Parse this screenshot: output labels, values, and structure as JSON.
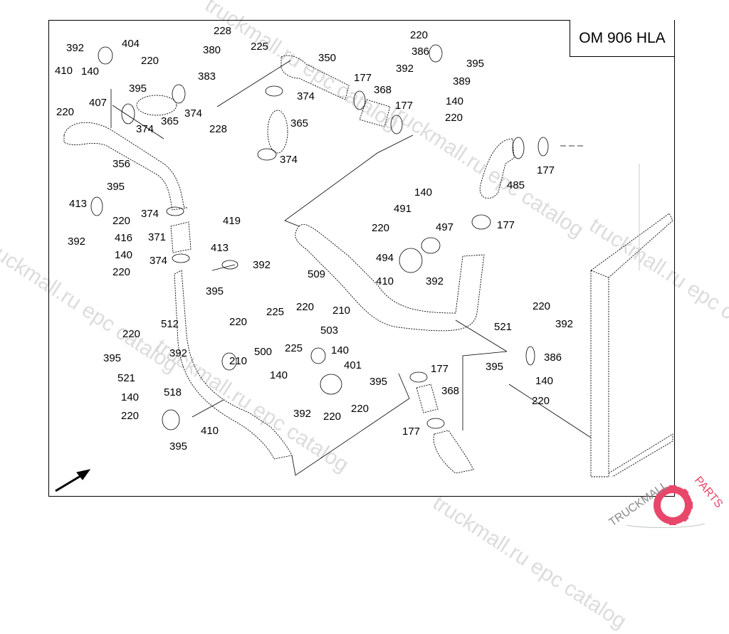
{
  "title": "OM 906 HLA",
  "watermarks": [
    "truckmall.ru epc catalog",
    "truckmall.ru epc catalog",
    "truckmall.ru epc catalog",
    "truckmall.ru epc catalog"
  ],
  "logo": {
    "text": "TRUCKMALLPARTS",
    "part1": "TRUCKMALL",
    "part2": "PARTS",
    "accent_color": "#e8476a"
  },
  "callouts": [
    {
      "id": "c1",
      "label": "392"
    },
    {
      "id": "c2",
      "label": "404"
    },
    {
      "id": "c3",
      "label": "220"
    },
    {
      "id": "c4",
      "label": "410"
    },
    {
      "id": "c5",
      "label": "140"
    },
    {
      "id": "c6",
      "label": "395"
    },
    {
      "id": "c7",
      "label": "407"
    },
    {
      "id": "c8",
      "label": "220"
    },
    {
      "id": "c9",
      "label": "374"
    },
    {
      "id": "c10",
      "label": "365"
    },
    {
      "id": "c11",
      "label": "374"
    },
    {
      "id": "c12",
      "label": "228"
    },
    {
      "id": "c13",
      "label": "380"
    },
    {
      "id": "c14",
      "label": "225"
    },
    {
      "id": "c15",
      "label": "383"
    },
    {
      "id": "c16",
      "label": "228"
    },
    {
      "id": "c17",
      "label": "350"
    },
    {
      "id": "c18",
      "label": "374"
    },
    {
      "id": "c19",
      "label": "177"
    },
    {
      "id": "c20",
      "label": "368"
    },
    {
      "id": "c21",
      "label": "177"
    },
    {
      "id": "c22",
      "label": "365"
    },
    {
      "id": "c23",
      "label": "374"
    },
    {
      "id": "c24",
      "label": "220"
    },
    {
      "id": "c25",
      "label": "386"
    },
    {
      "id": "c26",
      "label": "395"
    },
    {
      "id": "c27",
      "label": "392"
    },
    {
      "id": "c28",
      "label": "389"
    },
    {
      "id": "c29",
      "label": "140"
    },
    {
      "id": "c30",
      "label": "220"
    },
    {
      "id": "c31",
      "label": "177"
    },
    {
      "id": "c32",
      "label": "485"
    },
    {
      "id": "c33",
      "label": "356"
    },
    {
      "id": "c34",
      "label": "395"
    },
    {
      "id": "c35",
      "label": "413"
    },
    {
      "id": "c36",
      "label": "220"
    },
    {
      "id": "c37",
      "label": "392"
    },
    {
      "id": "c38",
      "label": "416"
    },
    {
      "id": "c39",
      "label": "140"
    },
    {
      "id": "c40",
      "label": "220"
    },
    {
      "id": "c41",
      "label": "374"
    },
    {
      "id": "c42",
      "label": "371"
    },
    {
      "id": "c43",
      "label": "374"
    },
    {
      "id": "c44",
      "label": "419"
    },
    {
      "id": "c45",
      "label": "413"
    },
    {
      "id": "c46",
      "label": "392"
    },
    {
      "id": "c47",
      "label": "395"
    },
    {
      "id": "c48",
      "label": "140"
    },
    {
      "id": "c49",
      "label": "491"
    },
    {
      "id": "c50",
      "label": "220"
    },
    {
      "id": "c51",
      "label": "497"
    },
    {
      "id": "c52",
      "label": "177"
    },
    {
      "id": "c53",
      "label": "494"
    },
    {
      "id": "c54",
      "label": "509"
    },
    {
      "id": "c55",
      "label": "410"
    },
    {
      "id": "c56",
      "label": "392"
    },
    {
      "id": "c57",
      "label": "220"
    },
    {
      "id": "c58",
      "label": "521"
    },
    {
      "id": "c59",
      "label": "392"
    },
    {
      "id": "c60",
      "label": "395"
    },
    {
      "id": "c61",
      "label": "386"
    },
    {
      "id": "c62",
      "label": "140"
    },
    {
      "id": "c63",
      "label": "220"
    },
    {
      "id": "c64",
      "label": "220"
    },
    {
      "id": "c65",
      "label": "512"
    },
    {
      "id": "c66",
      "label": "392"
    },
    {
      "id": "c67",
      "label": "395"
    },
    {
      "id": "c68",
      "label": "521"
    },
    {
      "id": "c69",
      "label": "140"
    },
    {
      "id": "c70",
      "label": "518"
    },
    {
      "id": "c71",
      "label": "220"
    },
    {
      "id": "c72",
      "label": "410"
    },
    {
      "id": "c73",
      "label": "395"
    },
    {
      "id": "c74",
      "label": "220"
    },
    {
      "id": "c75",
      "label": "225"
    },
    {
      "id": "c76",
      "label": "220"
    },
    {
      "id": "c77",
      "label": "210"
    },
    {
      "id": "c78",
      "label": "503"
    },
    {
      "id": "c79",
      "label": "225"
    },
    {
      "id": "c80",
      "label": "500"
    },
    {
      "id": "c81",
      "label": "210"
    },
    {
      "id": "c82",
      "label": "140"
    },
    {
      "id": "c83",
      "label": "140"
    },
    {
      "id": "c84",
      "label": "401"
    },
    {
      "id": "c85",
      "label": "395"
    },
    {
      "id": "c86",
      "label": "392"
    },
    {
      "id": "c87",
      "label": "220"
    },
    {
      "id": "c88",
      "label": "220"
    },
    {
      "id": "c89",
      "label": "177"
    },
    {
      "id": "c90",
      "label": "368"
    },
    {
      "id": "c91",
      "label": "177"
    }
  ]
}
